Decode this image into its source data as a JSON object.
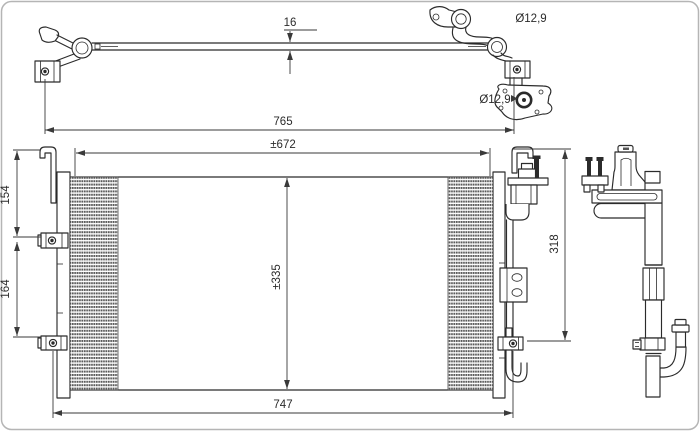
{
  "drawing": {
    "top_view": {
      "thickness": "16",
      "overall_width": "765",
      "port_top_diameter": "Ø12,9",
      "port_bottom_diameter": "Ø12,9"
    },
    "front_view": {
      "core_width": "±672",
      "core_height": "±335",
      "mounting_width": "747",
      "upper_bracket_offset": "154",
      "lower_bracket_offset": "164"
    },
    "side_view": {
      "drier_height": "318"
    },
    "colors": {
      "line": "#2b2b2b",
      "dimension": "#3a3a3a",
      "background": "#ffffff",
      "frame_border": "#b5b5b5",
      "fin_hatch": "#5a5a5a"
    }
  }
}
